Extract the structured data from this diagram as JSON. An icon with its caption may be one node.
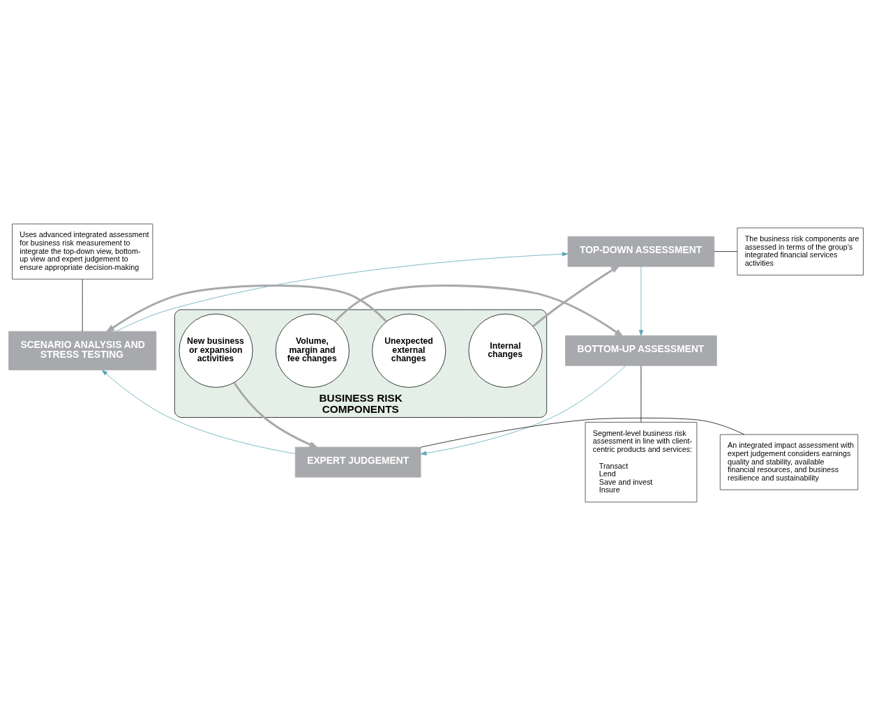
{
  "diagram": {
    "nodes": [
      {
        "text": [
          "Uses advanced integrated assessment for business risk measurement to integrate the top-down view, bottom-up view and expert judgement to ensure appropriate decision-making"
        ]
      },
      {
        "text": [
          "TOP-DOWN ASSESSMENT"
        ]
      },
      {
        "text": [
          "The business risk components are assessed in terms of the group’s integrated financial services activities"
        ]
      },
      {
        "text": [
          "SCENARIO ANALYSIS AND STRESS TESTING"
        ]
      },
      {
        "text": [
          "BOTTOM-UP ASSESSMENT"
        ]
      },
      {
        "text": [
          "BUSINESS RISK COMPONENTS"
        ]
      },
      {
        "text": [
          "Internal changes"
        ],
        "in": 5
      },
      {
        "text": [
          "Unexpected external changes"
        ],
        "in": 5
      },
      {
        "text": [
          "Volume, margin and fee changes"
        ],
        "in": 5
      },
      {
        "text": [
          "New business or expansion activities"
        ],
        "in": 5
      },
      {
        "text": [
          "An integrated impact assessment with expert judgement considers earnings quality and stability, available financial resources, and business resilience and sustainability"
        ]
      },
      {
        "text": [
          "EXPERT JUDGEMENT"
        ]
      },
      {
        "text": [
          "Segment-level business risk assessment in line with client-centric products and services:",
          "Transact",
          "Lend",
          "Save and invest",
          "Insure"
        ]
      }
    ],
    "edges": [
      {
        "from": 6,
        "to": 1,
        "arrow": "to",
        "style": "thick",
        "color": "#a7a9ac"
      },
      {
        "from": 7,
        "to": 3,
        "arrow": "to",
        "style": "thick",
        "color": "#a7a9ac"
      },
      {
        "from": 8,
        "to": 4,
        "arrow": "to",
        "style": "thick",
        "color": "#a7a9ac"
      },
      {
        "from": 9,
        "to": 11,
        "arrow": "to",
        "style": "thick",
        "color": "#a7a9ac"
      },
      {
        "from": 1,
        "to": 2,
        "arrow": "none",
        "color": "#000000"
      },
      {
        "from": 0,
        "to": 3,
        "arrow": "none",
        "color": "#000000"
      },
      {
        "from": 4,
        "to": 12,
        "arrow": "none",
        "color": "#000000"
      },
      {
        "from": 11,
        "to": 10,
        "arrow": "none",
        "color": "#000000"
      },
      {
        "from": 1,
        "to": 4,
        "arrow": "to",
        "color": "#5aa5b5"
      },
      {
        "from": 4,
        "to": 11,
        "arrow": "to",
        "color": "#5aa5b5"
      },
      {
        "from": 11,
        "to": 3,
        "arrow": "to",
        "color": "#5aa5b5"
      },
      {
        "from": 3,
        "to": 1,
        "arrow": "to",
        "color": "#5aa5b5"
      }
    ]
  }
}
